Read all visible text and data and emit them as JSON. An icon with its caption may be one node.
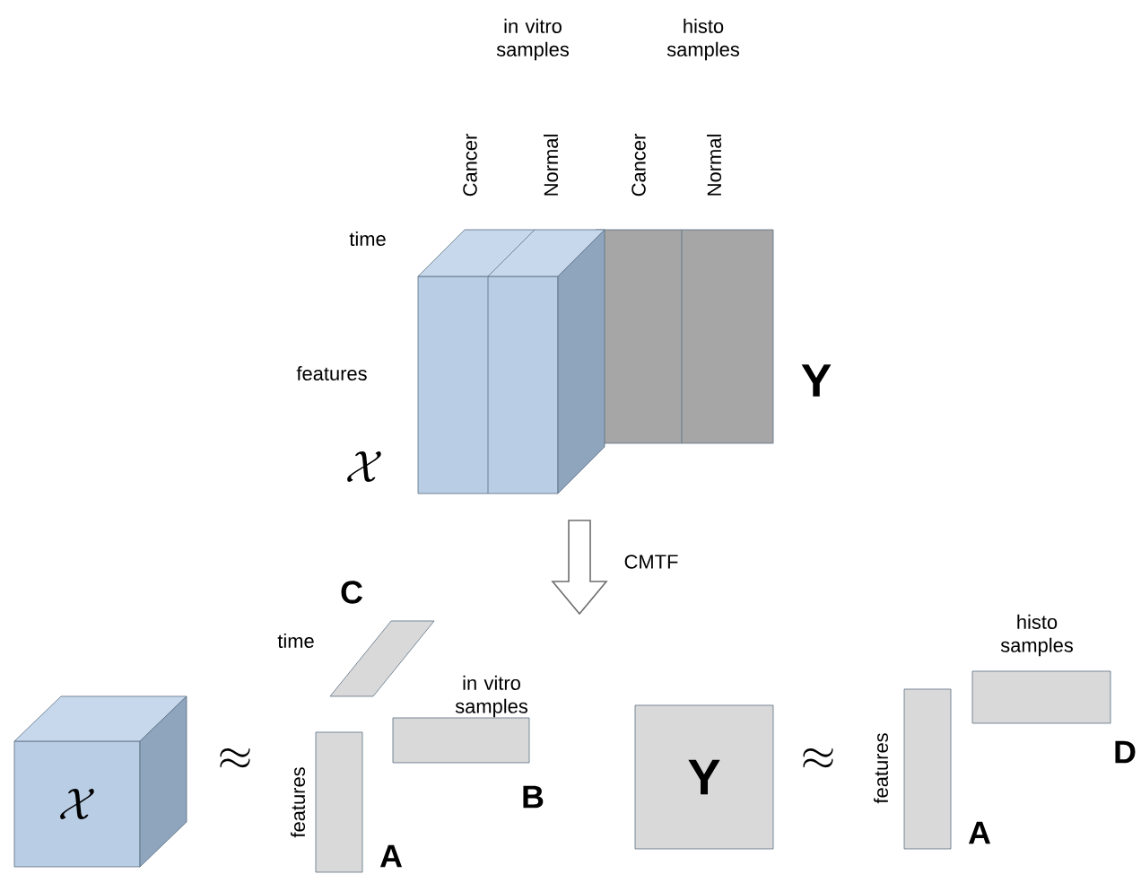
{
  "diagram": {
    "nodes": [
      {
        "text": [],
        "shape": "box",
        "beside": [
          "time",
          "features"
        ]
      },
      {
        "text": [],
        "shape": "box"
      },
      {
        "text": [
          "\\mathcal{X}"
        ]
      },
      {
        "text": [],
        "shape": "parallelogram",
        "beside": [
          "\\mathbf{C}",
          "time"
        ]
      },
      {
        "text": [],
        "shape": "bar",
        "beside": [
          "features",
          "\\mathbf{A}"
        ]
      },
      {
        "text": [],
        "shape": "bar",
        "beside": [
          "in vitro samples",
          "\\mathbf{B}"
        ]
      },
      {
        "text": [
          "\\mathbf{Y}"
        ]
      },
      {
        "text": [],
        "shape": "bar",
        "beside": [
          "features",
          "\\mathbf{A}"
        ]
      },
      {
        "text": [],
        "shape": "bar",
        "beside": [
          "histo samples",
          "\\mathbf{D}"
        ]
      }
    ],
    "labels": [
      "in vitro samples",
      "histo samples",
      "Cancer",
      "Normal",
      "Cancer",
      "Normal",
      "\\mathcal{X}",
      "\\mathbf{Y}",
      "\\approx",
      "\\approx",
      "CMTF"
    ]
  }
}
